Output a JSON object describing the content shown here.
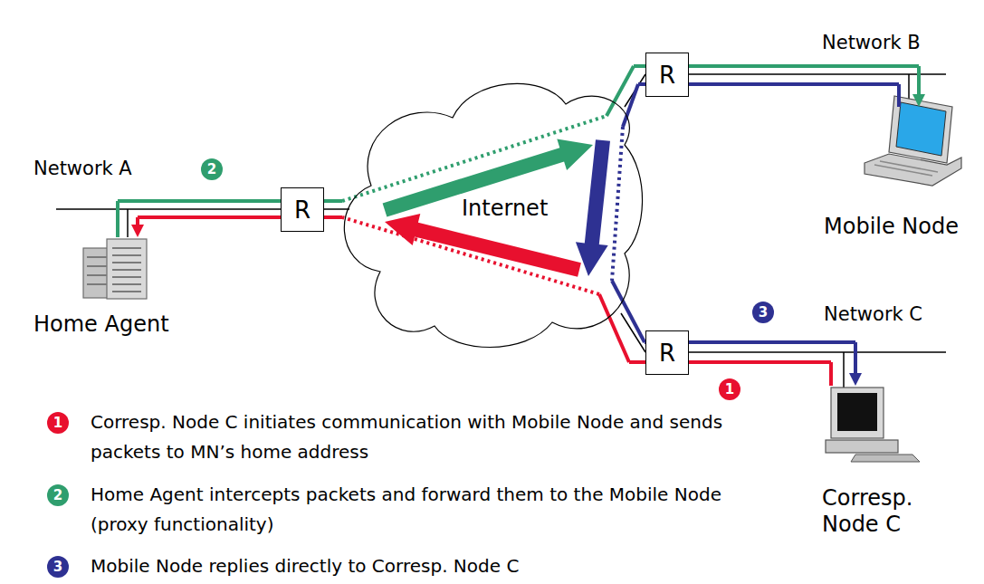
{
  "diagram": {
    "nodes": [
      {
        "text": [
          "Home Agent"
        ]
      },
      {
        "text": [
          "R"
        ]
      },
      {
        "text": [
          "Internet"
        ]
      },
      {
        "text": [
          "R"
        ]
      },
      {
        "text": [
          "Mobile Node"
        ]
      },
      {
        "text": [
          "R"
        ]
      },
      {
        "text": [
          "Corresp. Node C"
        ]
      }
    ],
    "edges": [
      {
        "from": 6,
        "to": 0,
        "arrow": "to"
      },
      {
        "from": 0,
        "to": 4,
        "arrow": "to"
      },
      {
        "from": 4,
        "to": 6,
        "arrow": "to"
      }
    ],
    "labels": [
      "Network B",
      "Network A",
      "2",
      "3",
      "Network C",
      "1",
      "1",
      "Corresp. Node C initiates communication with Mobile Node and sends packets to MN’s home address",
      "2",
      "Home Agent intercepts packets and forward them to the Mobile Node (proxy functionality)",
      "3",
      "Mobile Node replies directly to Corresp. Node C"
    ]
  }
}
